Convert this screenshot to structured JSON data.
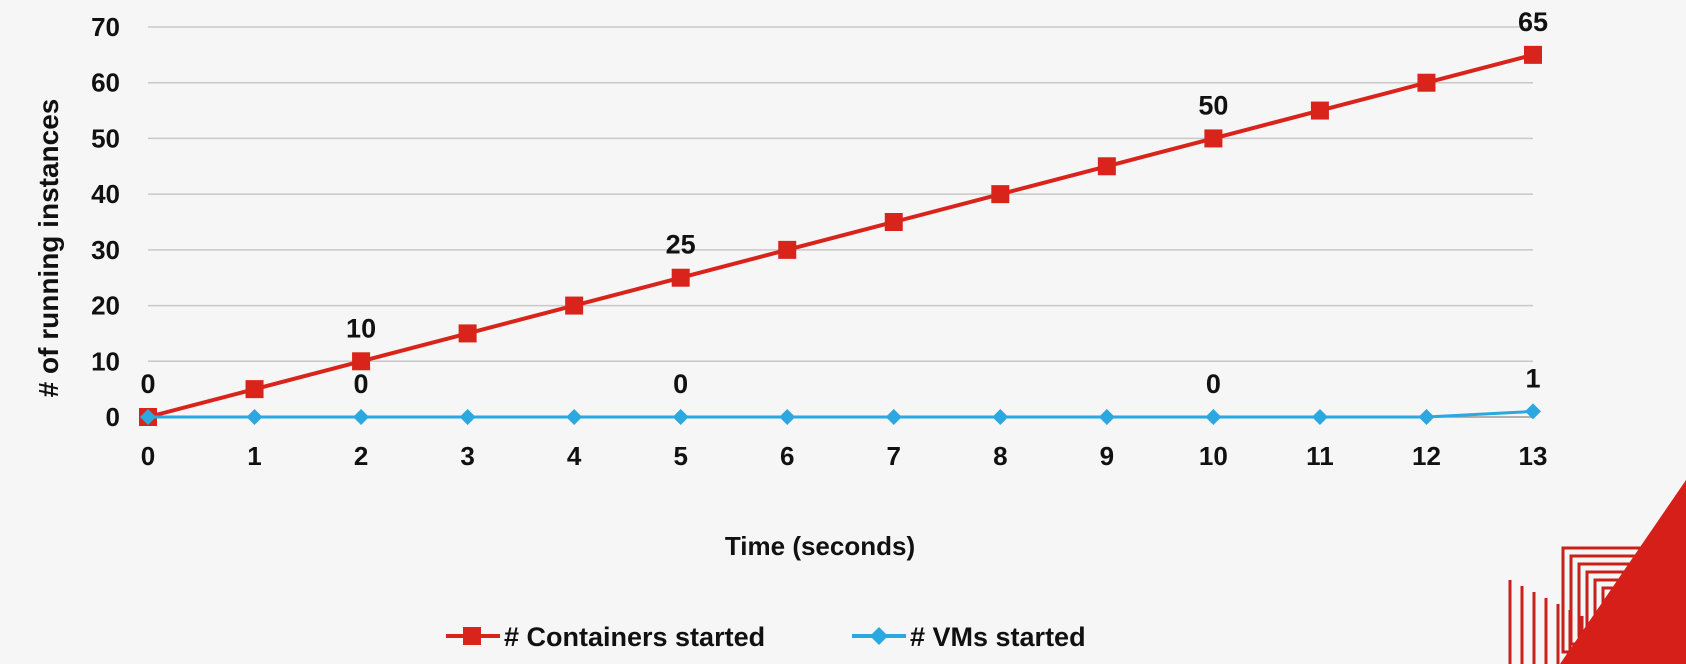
{
  "chart_data": {
    "type": "line",
    "x": [
      0,
      1,
      2,
      3,
      4,
      5,
      6,
      7,
      8,
      9,
      10,
      11,
      12,
      13
    ],
    "series": [
      {
        "name": "# Containers started",
        "values": [
          0,
          5,
          10,
          15,
          20,
          25,
          30,
          35,
          40,
          45,
          50,
          55,
          60,
          65
        ],
        "color": "#d9241b",
        "marker": "square",
        "data_labels_at_x": [
          0,
          2,
          5,
          10,
          13
        ],
        "data_label_values": [
          "0",
          "10",
          "25",
          "50",
          "65"
        ]
      },
      {
        "name": "# VMs started",
        "values": [
          0,
          0,
          0,
          0,
          0,
          0,
          0,
          0,
          0,
          0,
          0,
          0,
          0,
          1
        ],
        "color": "#2ba8e0",
        "marker": "diamond",
        "data_labels_at_x": [
          2,
          5,
          10,
          13
        ],
        "data_label_values": [
          "0",
          "0",
          "0",
          "1"
        ]
      }
    ],
    "xlabel": "Time (seconds)",
    "ylabel": "# of running instances",
    "xlim": [
      0,
      13
    ],
    "ylim": [
      0,
      70
    ],
    "yticks": [
      "0",
      "10",
      "20",
      "30",
      "40",
      "50",
      "60",
      "70"
    ],
    "xticks": [
      "0",
      "1",
      "2",
      "3",
      "4",
      "5",
      "6",
      "7",
      "8",
      "9",
      "10",
      "11",
      "12",
      "13"
    ],
    "grid": "horizontal",
    "legend_position": "bottom-center"
  },
  "decoration": {
    "corner_pattern_color": "#c8201a",
    "corner_accent_color": "#d61f18"
  }
}
